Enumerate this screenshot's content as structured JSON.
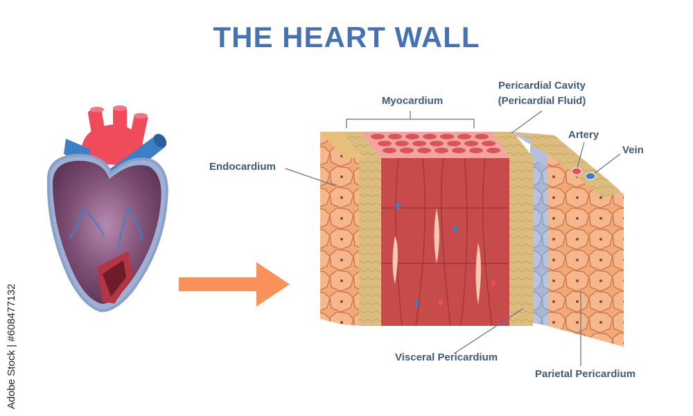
{
  "title": "THE HEART WALL",
  "colors": {
    "title": "#4672b4",
    "label": "#3e5a7a",
    "leader": "#5a6f8c",
    "arrow": "#f8915a",
    "heart_dark": "#6b3f5e",
    "heart_mid": "#8a5a7e",
    "aorta_red": "#ef4b5b",
    "vein_blue": "#3d7fc4",
    "endocardium": "#f3a877",
    "myocardium": "#c84b4b",
    "pericardium_layer": "#d9b777",
    "pericardial_cavity": "#9fb0cc",
    "parietal": "#f3a877"
  },
  "labels": {
    "myocardium": "Myocardium",
    "pericardial_cavity_line1": "Pericardial Cavity",
    "pericardial_cavity_line2": "(Pericardial Fluid)",
    "artery": "Artery",
    "vein": "Vein",
    "endocardium": "Endocardium",
    "visceral_pericardium": "Visceral Pericardium",
    "parietal_pericardium": "Parietal Pericardium"
  },
  "watermark": {
    "id_text": "Adobe Stock | #608477132"
  }
}
